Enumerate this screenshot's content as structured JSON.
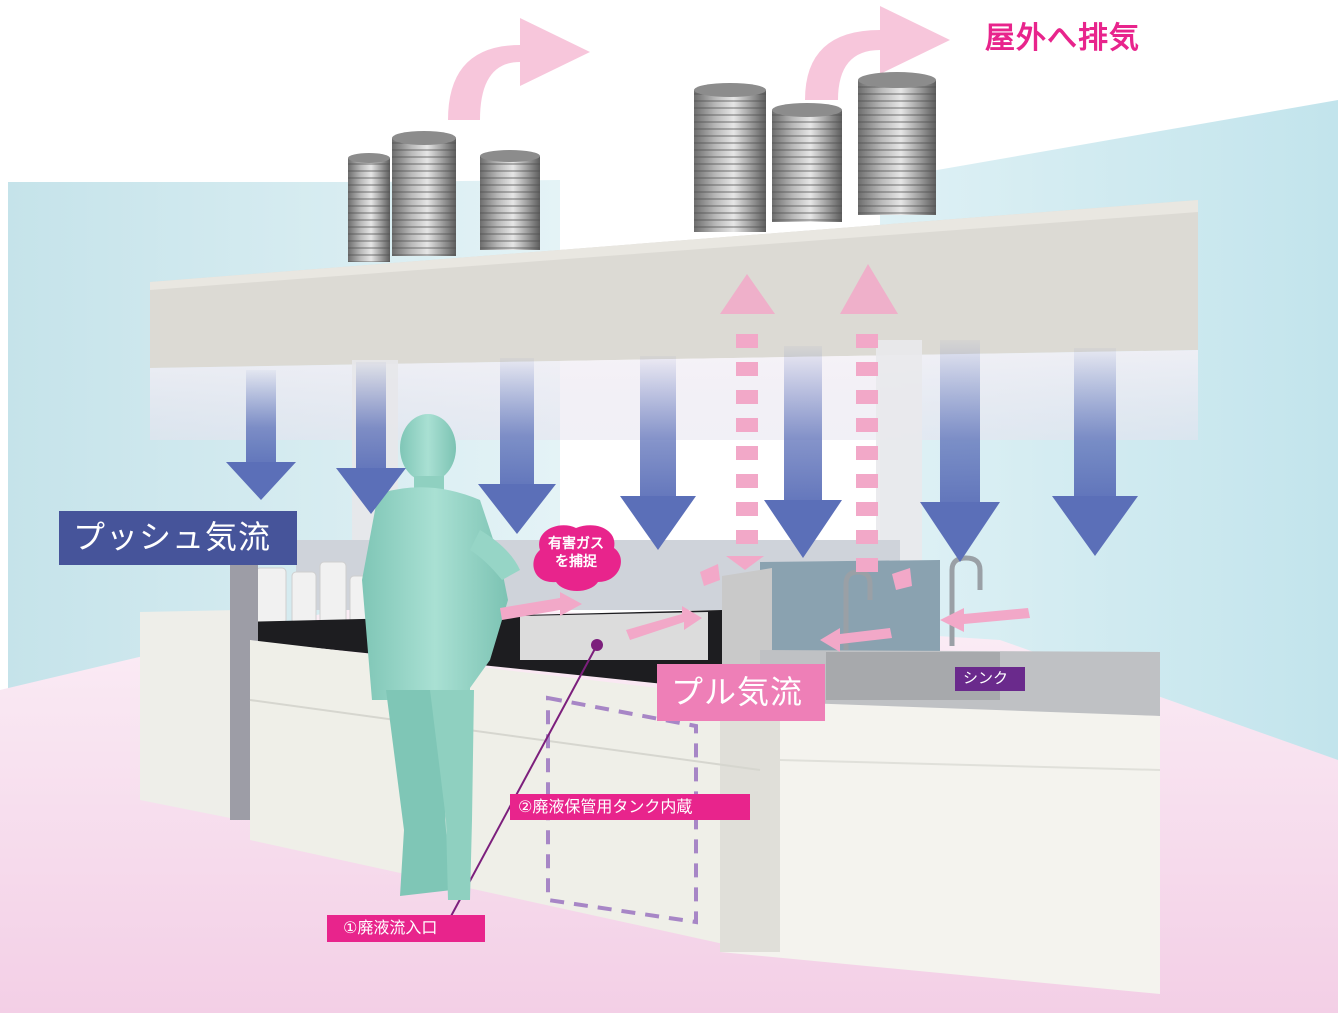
{
  "labels": {
    "push_airflow": "プッシュ気流",
    "pull_airflow": "プル気流",
    "sink": "シンク",
    "tank": "②廃液保管用タンク内蔵",
    "inlet": "①廃液流入口",
    "exhaust": "屋外へ排気",
    "capture_line1": "有害ガス",
    "capture_line2": "を捕捉"
  },
  "colors": {
    "push_arrow": "#5b6fb8",
    "pull_arrow": "#f2a8c8",
    "accent_magenta": "#e8248c",
    "push_label_bg": "#46549a",
    "pull_label_bg": "#ee7fb7",
    "sink_label_bg": "#6a2a8c",
    "person": "#8fd0c0",
    "wall": "#c9e8ef",
    "floor": "#f6d6ea"
  },
  "icons": [
    "exhaust-duct-icon",
    "person-figure-icon",
    "downward-push-arrow-icon",
    "upward-pull-arrow-icon",
    "faucet-icon"
  ]
}
